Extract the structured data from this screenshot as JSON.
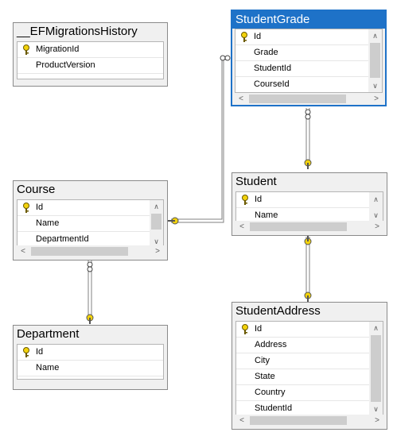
{
  "tables": {
    "migrations": {
      "title": "__EFMigrationsHistory",
      "columns": [
        "MigrationId",
        "ProductVersion"
      ]
    },
    "studentgrade": {
      "title": "StudentGrade",
      "columns": [
        "Id",
        "Grade",
        "StudentId",
        "CourseId"
      ]
    },
    "course": {
      "title": "Course",
      "columns": [
        "Id",
        "Name",
        "DepartmentId"
      ]
    },
    "student": {
      "title": "Student",
      "columns": [
        "Id",
        "Name"
      ]
    },
    "department": {
      "title": "Department",
      "columns": [
        "Id",
        "Name"
      ]
    },
    "studentaddress": {
      "title": "StudentAddress",
      "columns": [
        "Id",
        "Address",
        "City",
        "State",
        "Country",
        "StudentId"
      ]
    }
  },
  "colors": {
    "selection": "#1e72c8",
    "key": "#f2d20c",
    "line": "#808080"
  },
  "icons": {
    "primary_key": "key-icon",
    "one_end": "key-end-icon",
    "many_end": "infinity-icon"
  }
}
